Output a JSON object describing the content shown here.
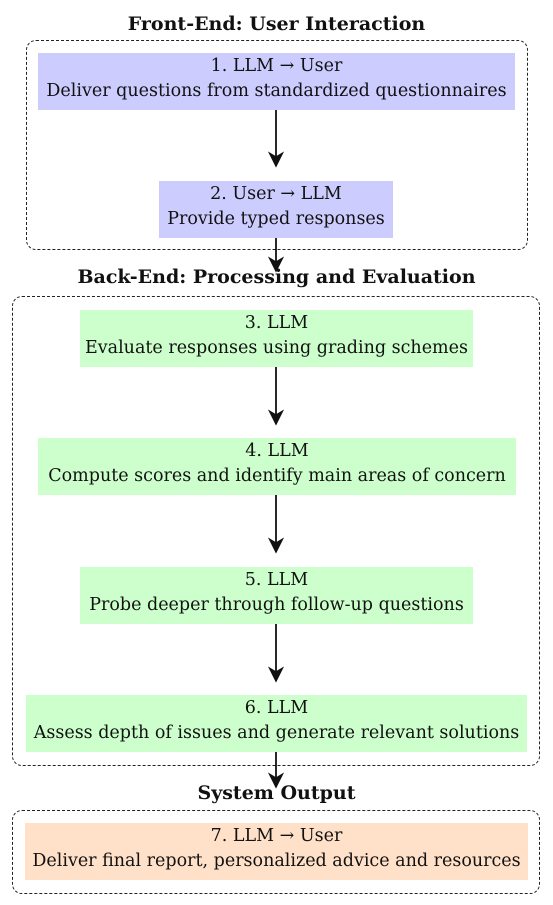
{
  "sections": {
    "front": "Front-End: User Interaction",
    "back": "Back-End: Processing and Evaluation",
    "output": "System Output"
  },
  "steps": [
    {
      "head": "1. LLM → User",
      "text": "Deliver questions from standardized questionnaires",
      "color": "#ccccff"
    },
    {
      "head": "2. User → LLM",
      "text": "Provide typed responses",
      "color": "#ccccff"
    },
    {
      "head": "3. LLM",
      "text": "Evaluate responses using grading schemes",
      "color": "#ccffcc"
    },
    {
      "head": "4. LLM",
      "text": "Compute scores and identify main areas of concern",
      "color": "#ccffcc"
    },
    {
      "head": "5. LLM",
      "text": "Probe deeper through follow-up questions",
      "color": "#ccffcc"
    },
    {
      "head": "6. LLM",
      "text": "Assess depth of issues and generate relevant solutions",
      "color": "#ccffcc"
    },
    {
      "head": "7. LLM → User",
      "text": "Deliver final report, personalized advice and resources",
      "color": "#ffe0c8"
    }
  ]
}
